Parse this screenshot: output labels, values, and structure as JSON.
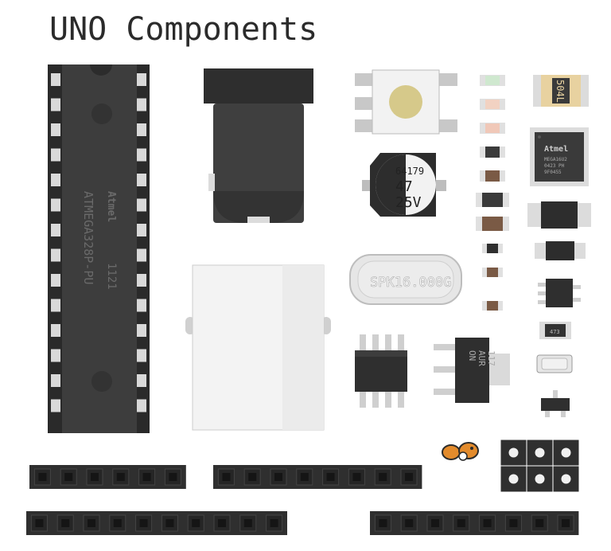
{
  "title": "UNO Components",
  "colors": {
    "chip_body": "#3b3b3b",
    "chip_dark": "#2a2a2a",
    "pin_silver": "#d9d9d9",
    "header_black": "#2f2f2f",
    "connector_white": "#f2f2f2",
    "crystal_grey": "#dcdcdc",
    "resistor_tan": "#e9d4a4"
  },
  "components": {
    "atmega328p": {
      "brand": "Atmel",
      "part_label": "ATMEGA328P-PU",
      "date_code": "1121"
    },
    "dc_jack": {
      "icon": "dc-barrel-jack-icon"
    },
    "usb_b_connector": {
      "icon": "usb-b-connector-icon"
    },
    "tact_switch": {
      "icon": "pushbutton-icon"
    },
    "electrolytic_cap": {
      "line1": "64179",
      "line2": "47",
      "line3": "25V"
    },
    "crystal": {
      "label": "SPK16.000G"
    },
    "atmega16u2": {
      "brand": "Atmel",
      "line1": "MEGA16U2",
      "line2": "0423 PH",
      "line3": "9F0455"
    },
    "smd_resistor": {
      "label": "504L"
    },
    "regulator": {
      "brand": "ON",
      "line1": "AUR",
      "line2": "117"
    },
    "small_resistor": {
      "label": "473"
    },
    "polyfuse": {
      "icon": "bear-logo-icon"
    }
  }
}
